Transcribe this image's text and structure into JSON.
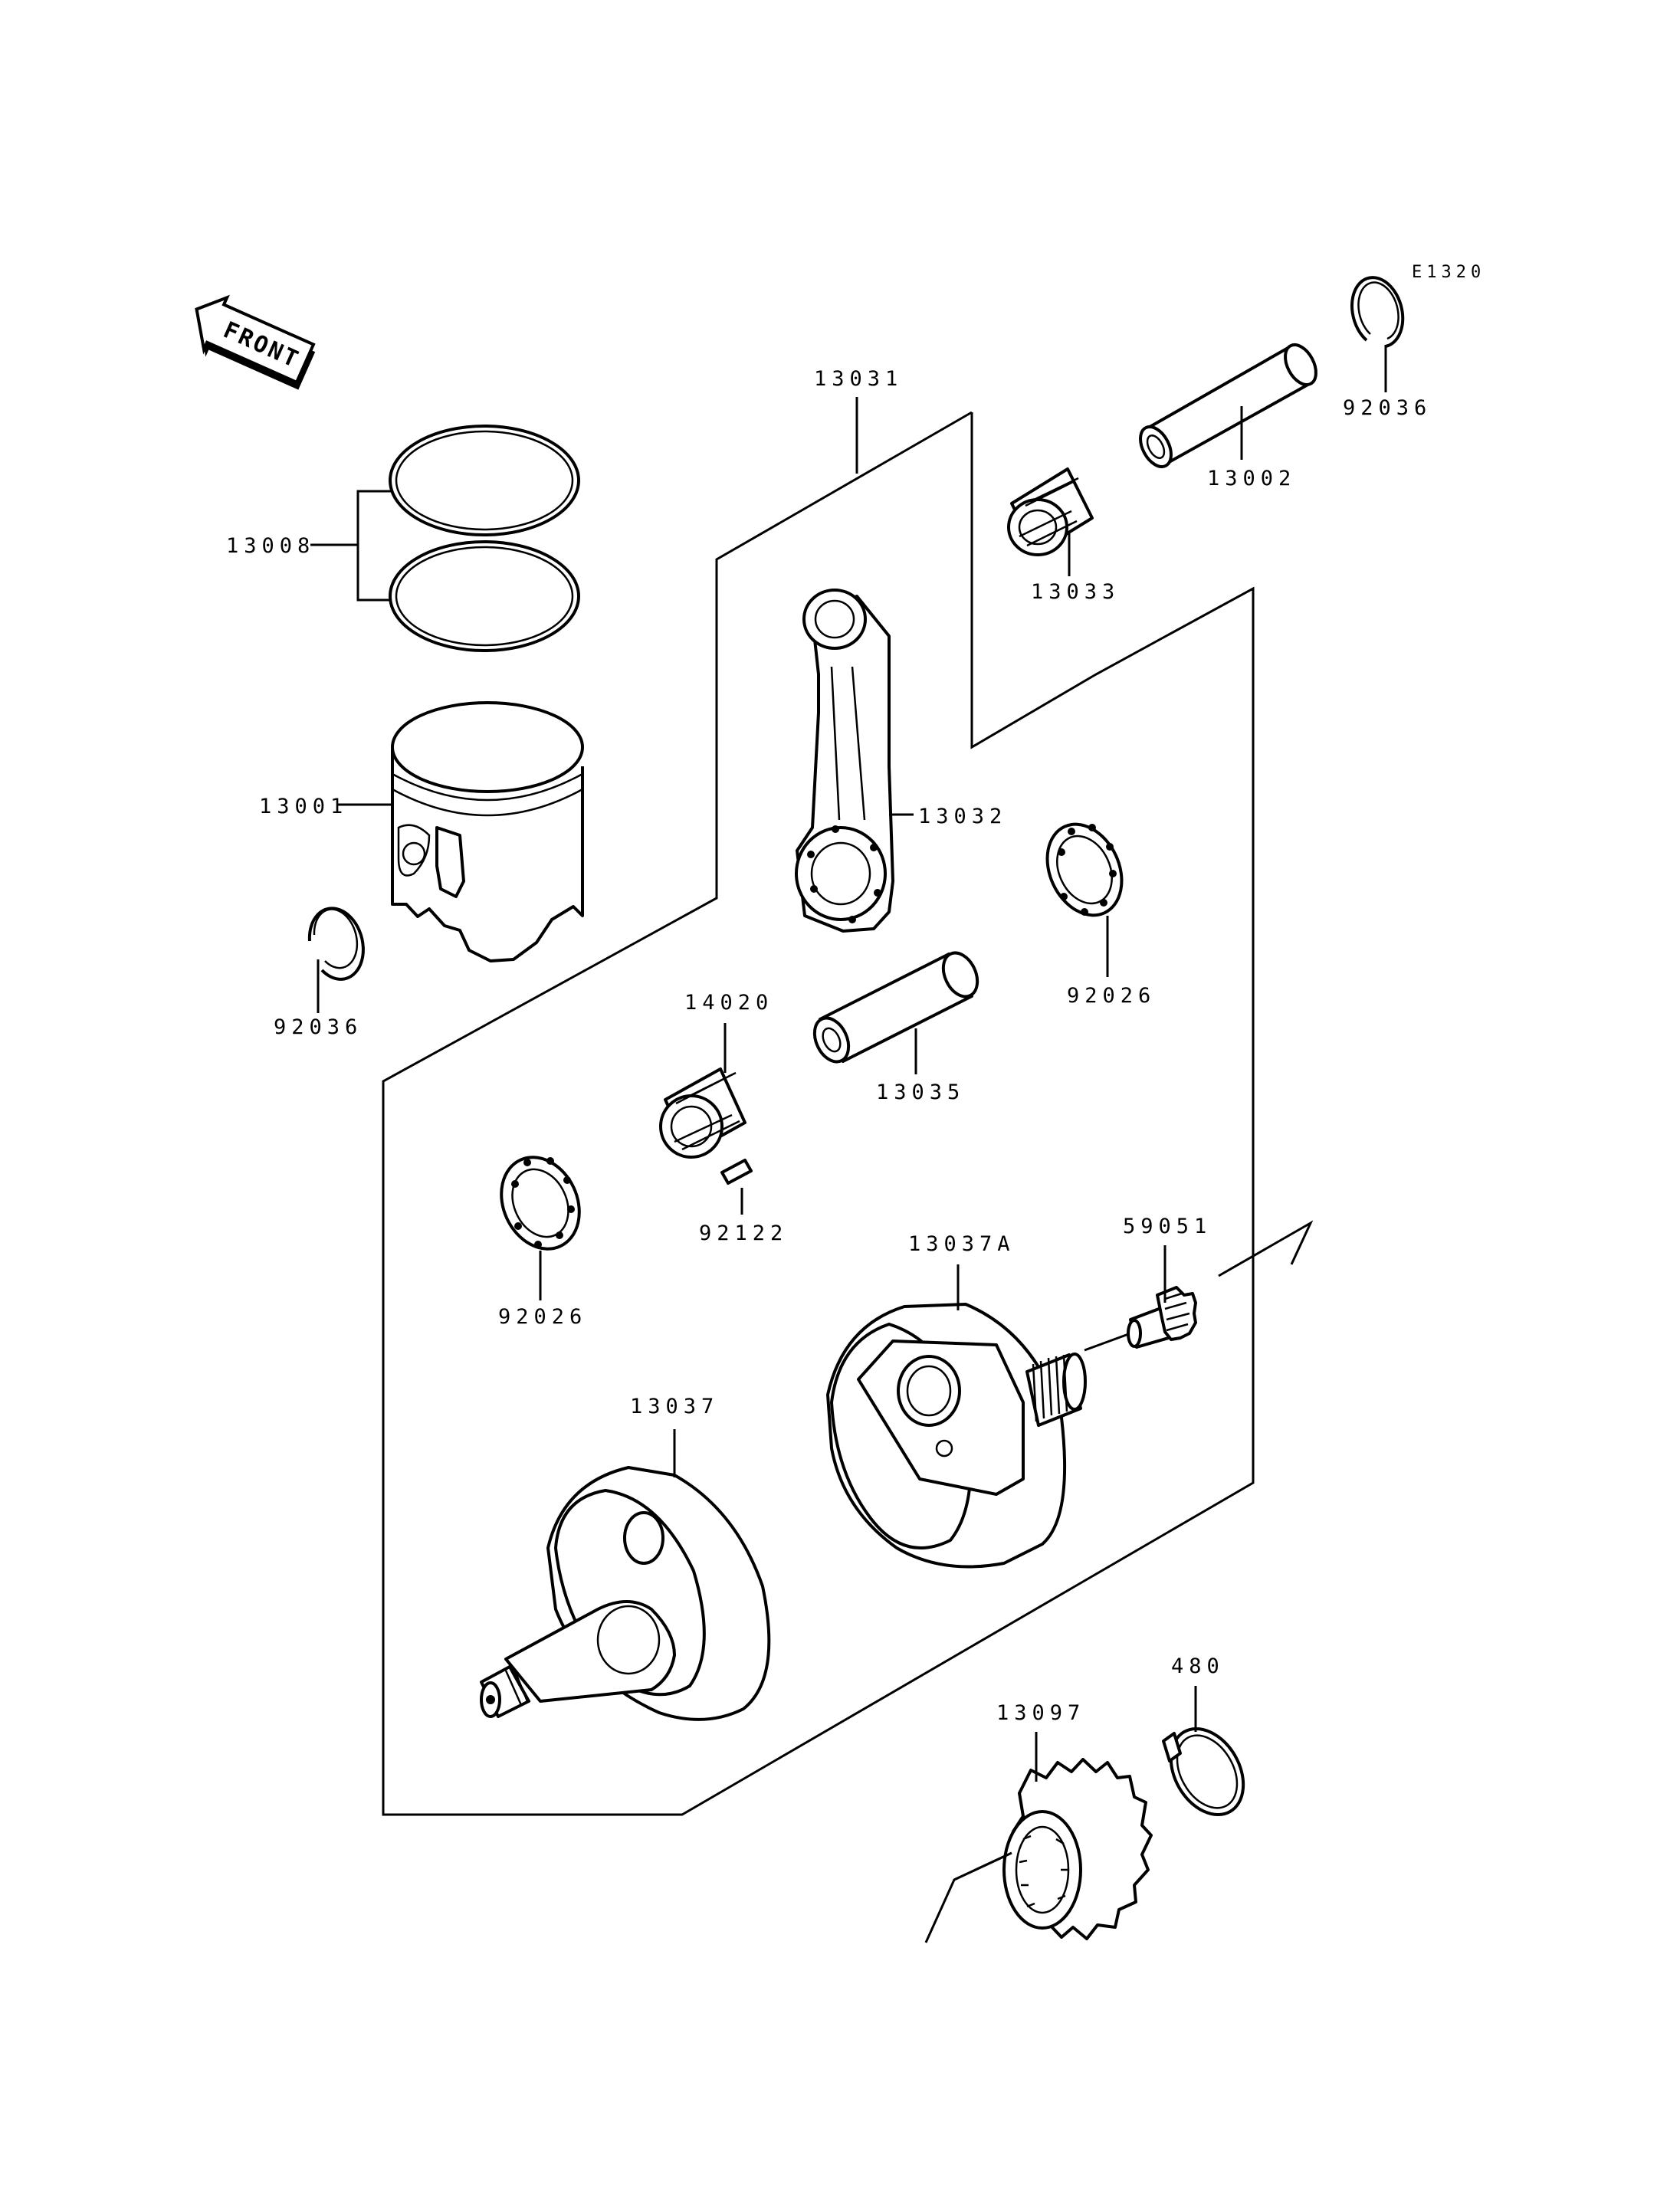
{
  "diagram": {
    "code": "E1320",
    "front_label": "FRONT",
    "parts": {
      "p13031": "13031",
      "p13002": "13002",
      "p92036_top": "92036",
      "p13008": "13008",
      "p13033": "13033",
      "p13001": "13001",
      "p13032": "13032",
      "p92026_right": "92026",
      "p92036_left": "92036",
      "p14020": "14020",
      "p13035": "13035",
      "p92026_left": "92026",
      "p92122": "92122",
      "p13037A": "13037A",
      "p59051": "59051",
      "p13037": "13037",
      "p480": "480",
      "p13097": "13097"
    }
  }
}
